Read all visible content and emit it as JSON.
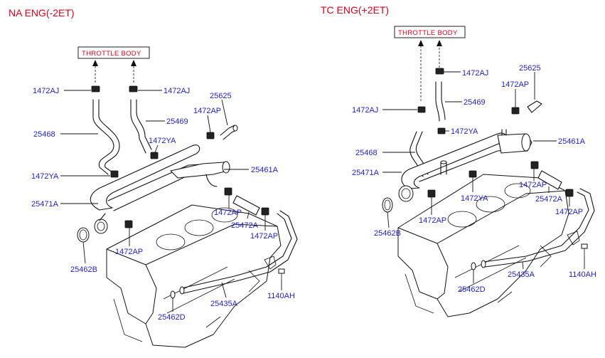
{
  "left_section": {
    "title": "NA ENG(-2ET)",
    "throttle_body": "THROTTLE BODY",
    "labels": {
      "l_1472aj_a": "1472AJ",
      "l_1472aj_b": "1472AJ",
      "l_25468": "25468",
      "l_25469": "25469",
      "l_25625": "25625",
      "l_1472ap_a": "1472AP",
      "l_1472ya_a": "1472YA",
      "l_1472ya_b": "1472YA",
      "l_25461a": "25461A",
      "l_25471a": "25471A",
      "l_1472ap_b": "1472AP",
      "l_25472a": "25472A",
      "l_1472ap_c": "1472AP",
      "l_1472ap_d": "1472AP",
      "l_25462b": "25462B",
      "l_25435a": "25435A",
      "l_1140ah": "1140AH",
      "l_25462d": "25462D"
    }
  },
  "right_section": {
    "title": "TC ENG(+2ET)",
    "throttle_body": "THROTTLE BODY",
    "labels": {
      "r_1472aj_a": "1472AJ",
      "r_25625": "25625",
      "r_1472ap_a": "1472AP",
      "r_1472aj_b": "1472AJ",
      "r_25469": "25469",
      "r_1472ya_a": "1472YA",
      "r_25461a": "25461A",
      "r_25468": "25468",
      "r_25471a": "25471A",
      "r_1472ap_b": "1472AP",
      "r_1472ya_b": "1472YA",
      "r_25472a": "25472A",
      "r_1472ap_c": "1472AP",
      "r_1472ap_d": "1472AP",
      "r_25462b": "25462B",
      "r_25435a": "25435A",
      "r_1140ah": "1140AH",
      "r_25462d": "25462D"
    }
  }
}
